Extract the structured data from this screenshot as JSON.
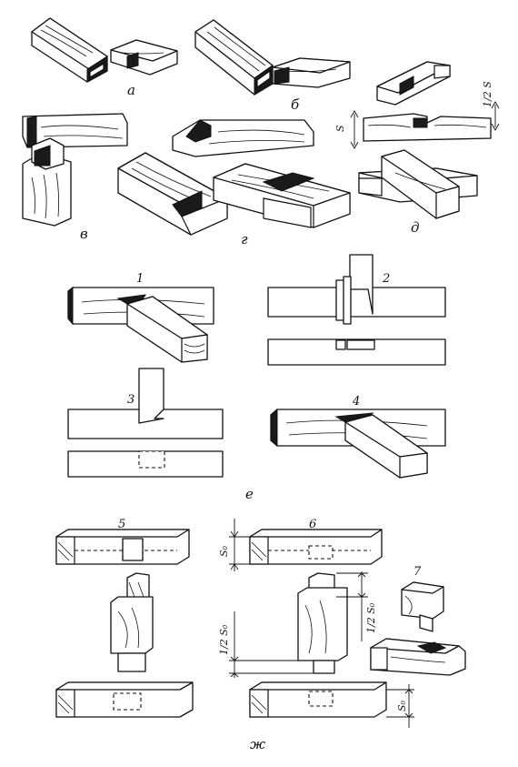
{
  "labels": {
    "a": "а",
    "b": "б",
    "v": "в",
    "g": "г",
    "d": "д",
    "e": "е",
    "zh": "ж"
  },
  "numbers": {
    "n1": "1",
    "n2": "2",
    "n3": "3",
    "n4": "4",
    "n5": "5",
    "n6": "6",
    "n7": "7"
  },
  "dimensions": {
    "s": "S",
    "half_s": "1/2 S",
    "s0": "S₀",
    "half_s0": "1/2 S₀"
  }
}
